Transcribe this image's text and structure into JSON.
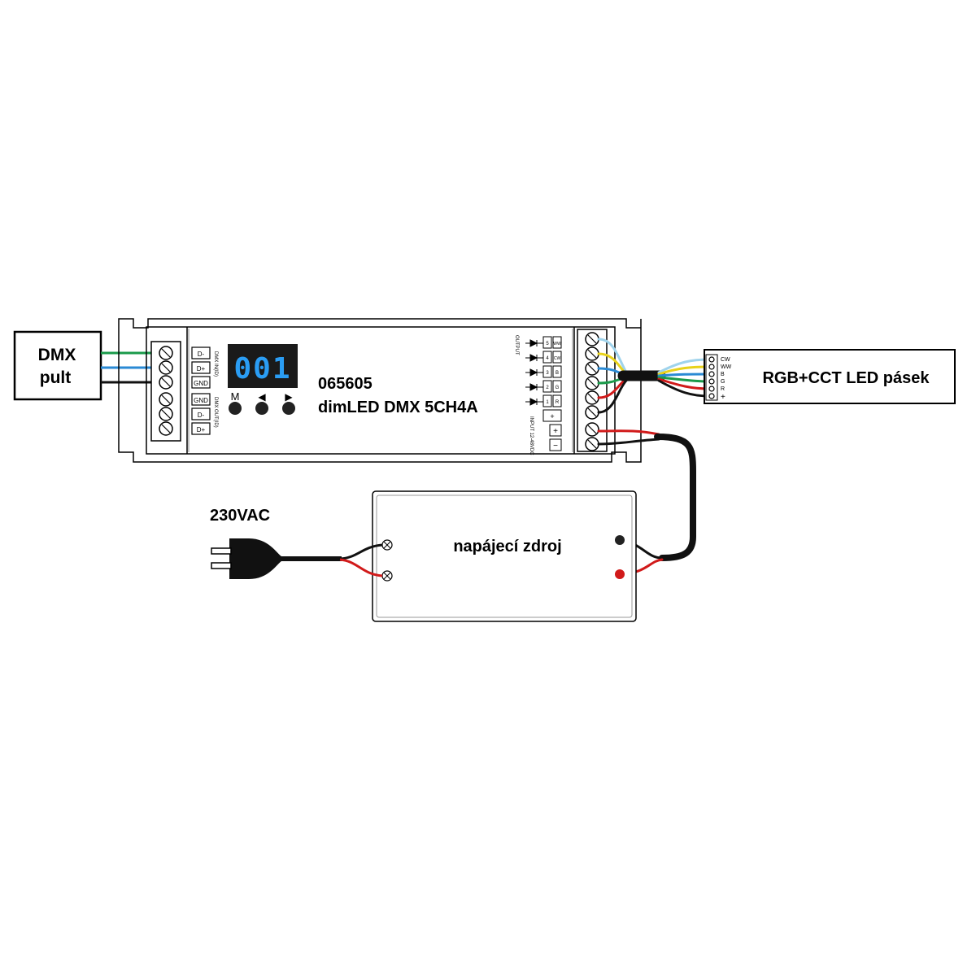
{
  "dmx_console": {
    "line1": "DMX",
    "line2": "pult"
  },
  "controller": {
    "code": "065605",
    "model": "dimLED DMX 5CH4A",
    "display_value": "001",
    "buttons": [
      "M",
      "◀",
      "▶"
    ],
    "dmx_terminals": [
      "D-",
      "D+",
      "GND",
      "GND",
      "D-",
      "D+"
    ],
    "dmx_in_label": "DMX IN(ID)",
    "dmx_out_label": "DMX OUT(ID)",
    "output_label": "OUTPUT",
    "output_channels": [
      "5",
      "4",
      "3",
      "2",
      "1",
      "+"
    ],
    "output_colors": [
      "WW",
      "CW",
      "B",
      "G",
      "R",
      ""
    ],
    "input_label": "INPUT 12-48VDC",
    "input_terminals": [
      "+",
      "−"
    ]
  },
  "led_strip": {
    "label": "RGB+CCT LED pásek",
    "pins": [
      "CW",
      "WW",
      "B",
      "G",
      "R",
      "+"
    ]
  },
  "power_supply": {
    "label": "napájecí zdroj"
  },
  "mains": {
    "label": "230VAC"
  },
  "wire_colors": {
    "green": "#1a9a4a",
    "blue": "#2a8ad4",
    "black": "#111111",
    "light_blue": "#9fd3ec",
    "yellow": "#e8d21a",
    "red": "#d11a1a",
    "display": "#2a9df4"
  }
}
